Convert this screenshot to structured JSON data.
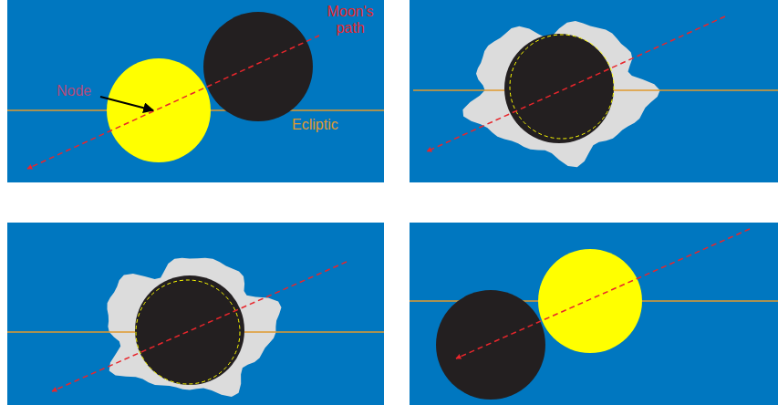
{
  "diagram": {
    "labels": [
      "Node",
      "Moon's path",
      "Ecliptic"
    ]
  }
}
